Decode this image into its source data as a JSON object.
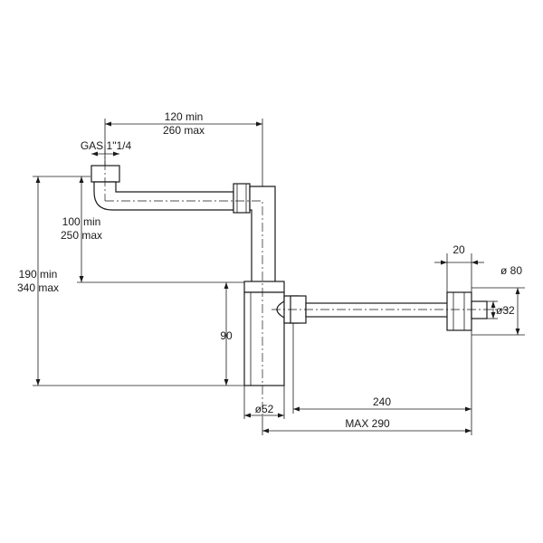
{
  "drawing": {
    "labels": {
      "horizontal_reach": {
        "line1": "120 min",
        "line2": "260 max"
      },
      "thread": "GAS 1\"1/4",
      "inlet_height": {
        "line1": "100 min",
        "line2": "250 max"
      },
      "total_height": {
        "line1": "190 min",
        "line2": "340 max"
      },
      "bottle_height": "90",
      "bottle_diameter": "ø52",
      "outlet_length": "240",
      "max_length": "MAX 290",
      "flange_width": "20",
      "flange_diameter": "ø 80",
      "pipe_diameter": "ø32"
    },
    "colors": {
      "line": "#1a1a1a",
      "background": "#ffffff"
    }
  }
}
